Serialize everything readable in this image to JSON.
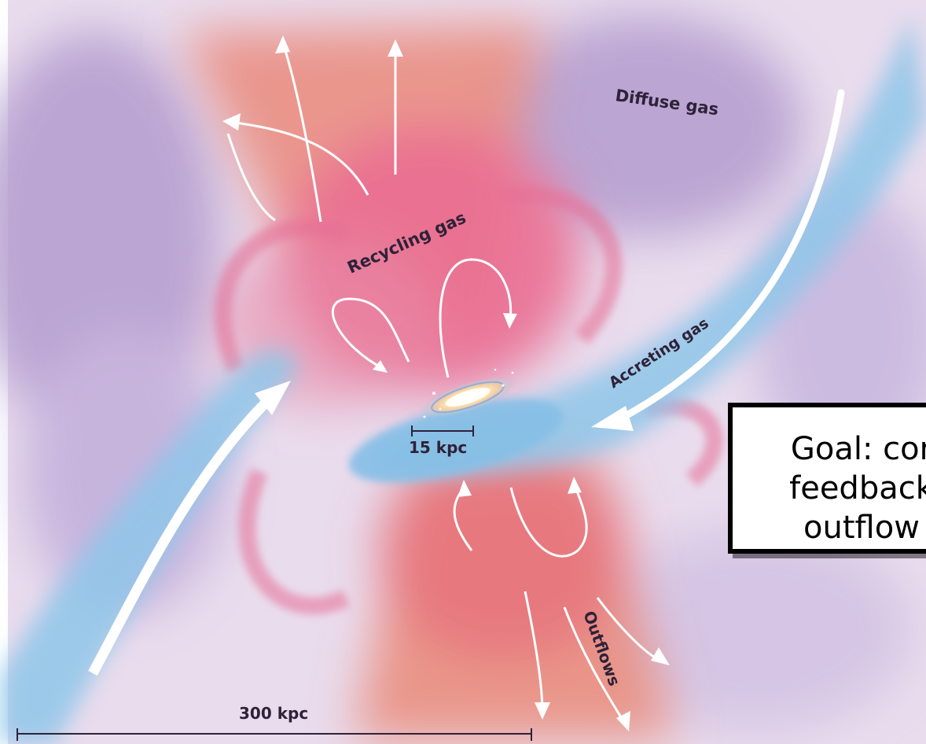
{
  "labels": {
    "diffuse_gas": "Diffuse gas",
    "recycling_gas": "Recycling gas",
    "accreting_gas": "Accreting gas",
    "outflows": "Outflows"
  },
  "scale_bars": {
    "inner": "15 kpc",
    "outer": "300 kpc"
  },
  "goal_box": {
    "text": "Goal: cor\nfeedback\noutflow"
  },
  "colors": {
    "background": "#e9dced",
    "diffuse_gas": "#b39ccf",
    "recycling_gas": "#ea6f92",
    "accreting_gas": "#8fc6e9",
    "outflow": "#ea8a78",
    "arrows": "#ffffff"
  }
}
